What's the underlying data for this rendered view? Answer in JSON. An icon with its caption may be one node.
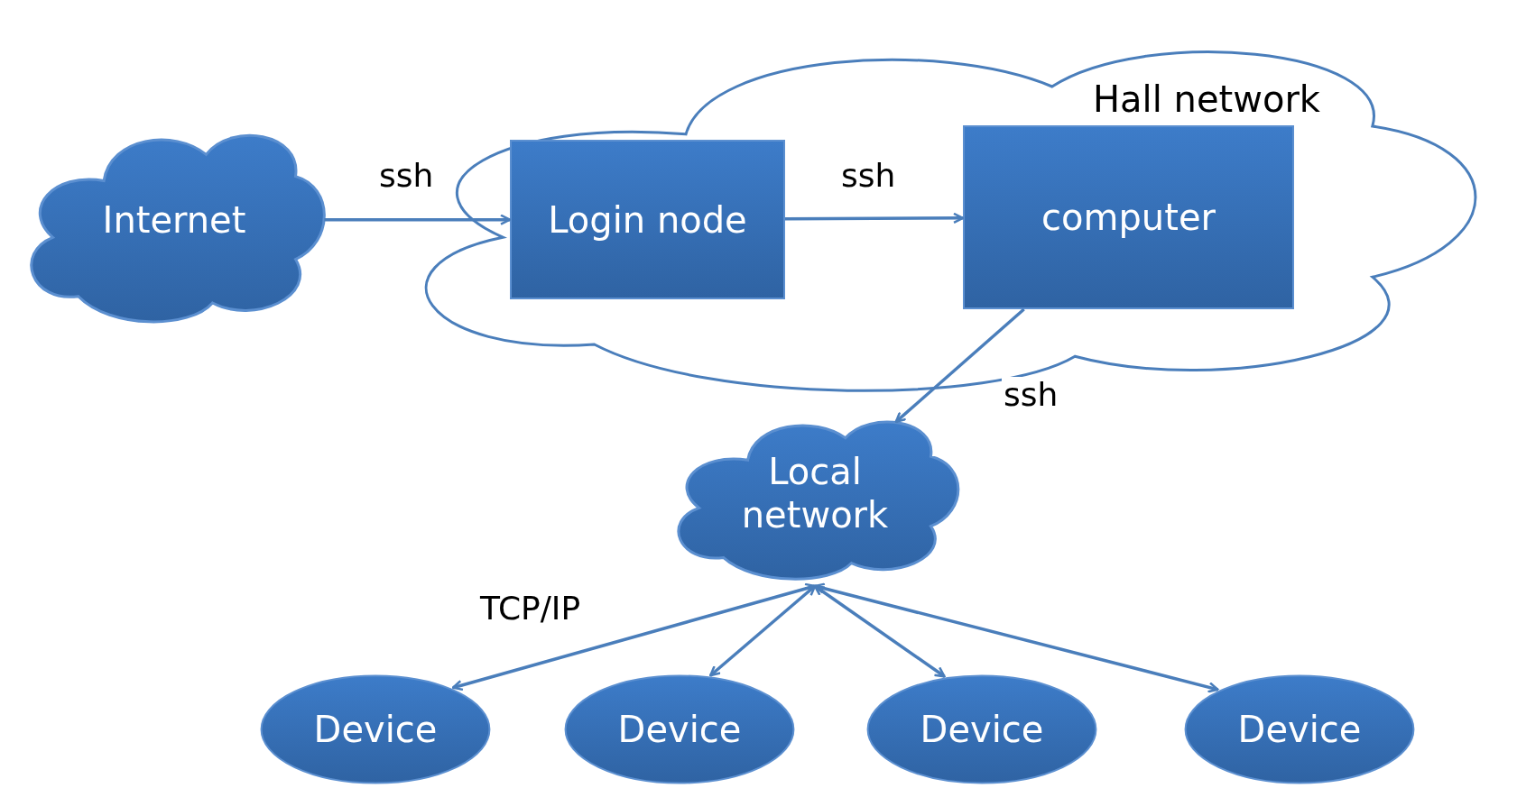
{
  "diagram": {
    "nodes": [
      {
        "text": [
          "Hall network"
        ]
      },
      {
        "text": [
          "Internet"
        ]
      },
      {
        "text": [
          "Login node"
        ],
        "in": 0
      },
      {
        "text": [
          "computer"
        ],
        "in": 0
      },
      {
        "text": [
          "Local network"
        ]
      },
      {
        "text": [
          "Device"
        ]
      },
      {
        "text": [
          "Device"
        ]
      },
      {
        "text": [
          "Device"
        ]
      },
      {
        "text": [
          "Device"
        ]
      }
    ],
    "edges": [
      {
        "from": 1,
        "to": 2,
        "arrow": "to",
        "label": "ssh"
      },
      {
        "from": 2,
        "to": 3,
        "arrow": "to",
        "label": "ssh"
      },
      {
        "from": 3,
        "to": 4,
        "arrow": "to",
        "label": "ssh"
      },
      {
        "from": 4,
        "to": 5,
        "arrow": "both",
        "label": "TCP/IP"
      },
      {
        "from": 4,
        "to": 6,
        "arrow": "both"
      },
      {
        "from": 4,
        "to": 7,
        "arrow": "both"
      },
      {
        "from": 4,
        "to": 8,
        "arrow": "both"
      }
    ]
  }
}
